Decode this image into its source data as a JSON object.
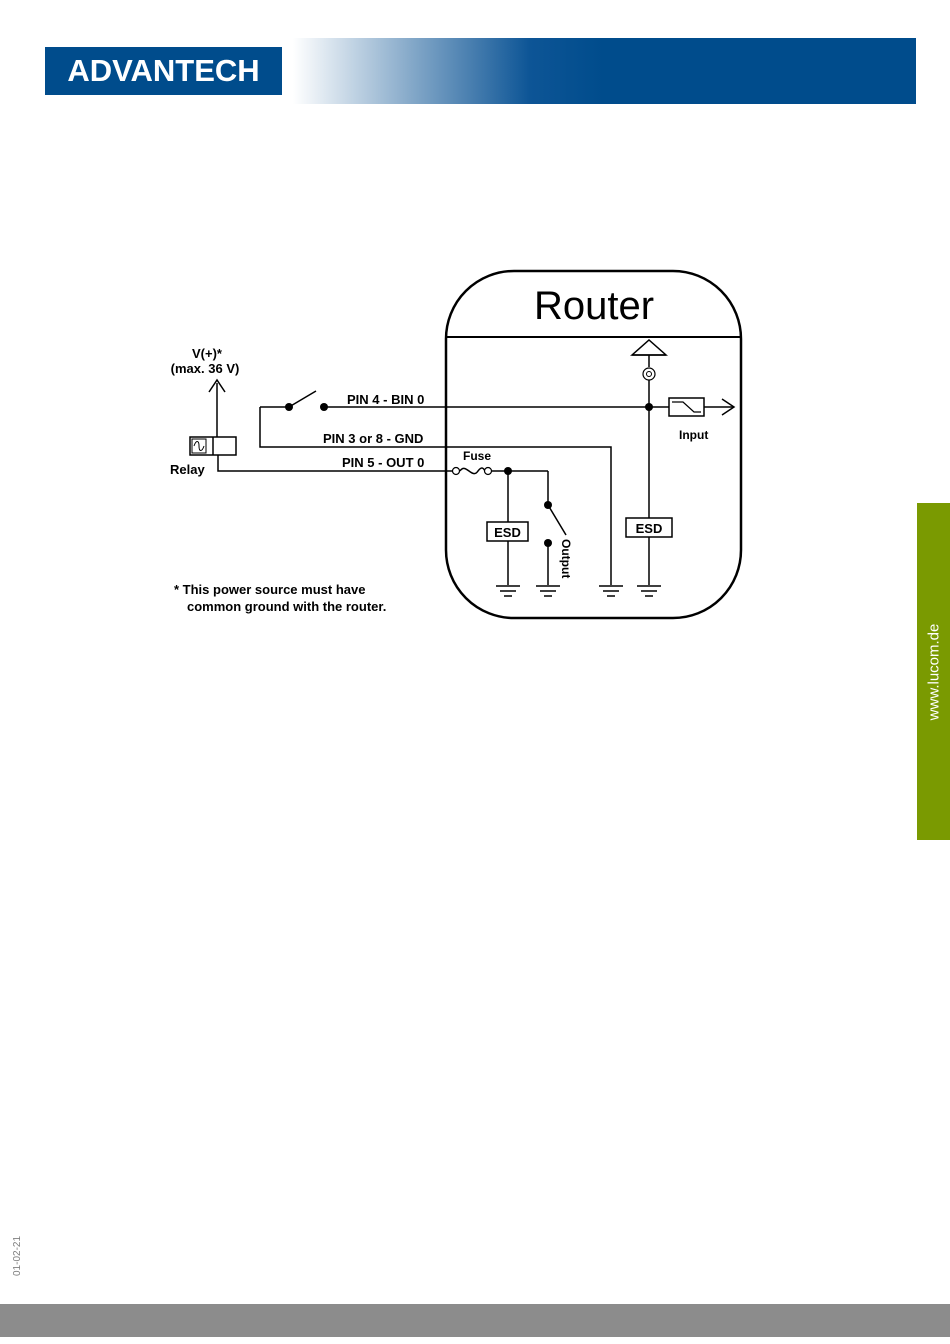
{
  "header": {
    "logo_text": "ADVANTECH",
    "brand_color": "#004c8c"
  },
  "side_tab": {
    "text": "www.lucom.de",
    "color": "#7a9a01"
  },
  "footer": {
    "date": "01-02-21",
    "bar_color": "#8c8c8c"
  },
  "diagram": {
    "router_title": "Router",
    "vplus_label": "V(+)*",
    "vmax_label": "(max. 36 V)",
    "relay_label": "Relay",
    "pin4_label": "PIN 4 - BIN 0",
    "pin3_label": "PIN 3 or 8 - GND",
    "pin5_label": "PIN 5 - OUT 0",
    "fuse_label": "Fuse",
    "esd_left_label": "ESD",
    "esd_right_label": "ESD",
    "output_label": "Output",
    "input_label": "Input",
    "note_line1": "* This power source must have",
    "note_line2": "common ground with the router."
  }
}
